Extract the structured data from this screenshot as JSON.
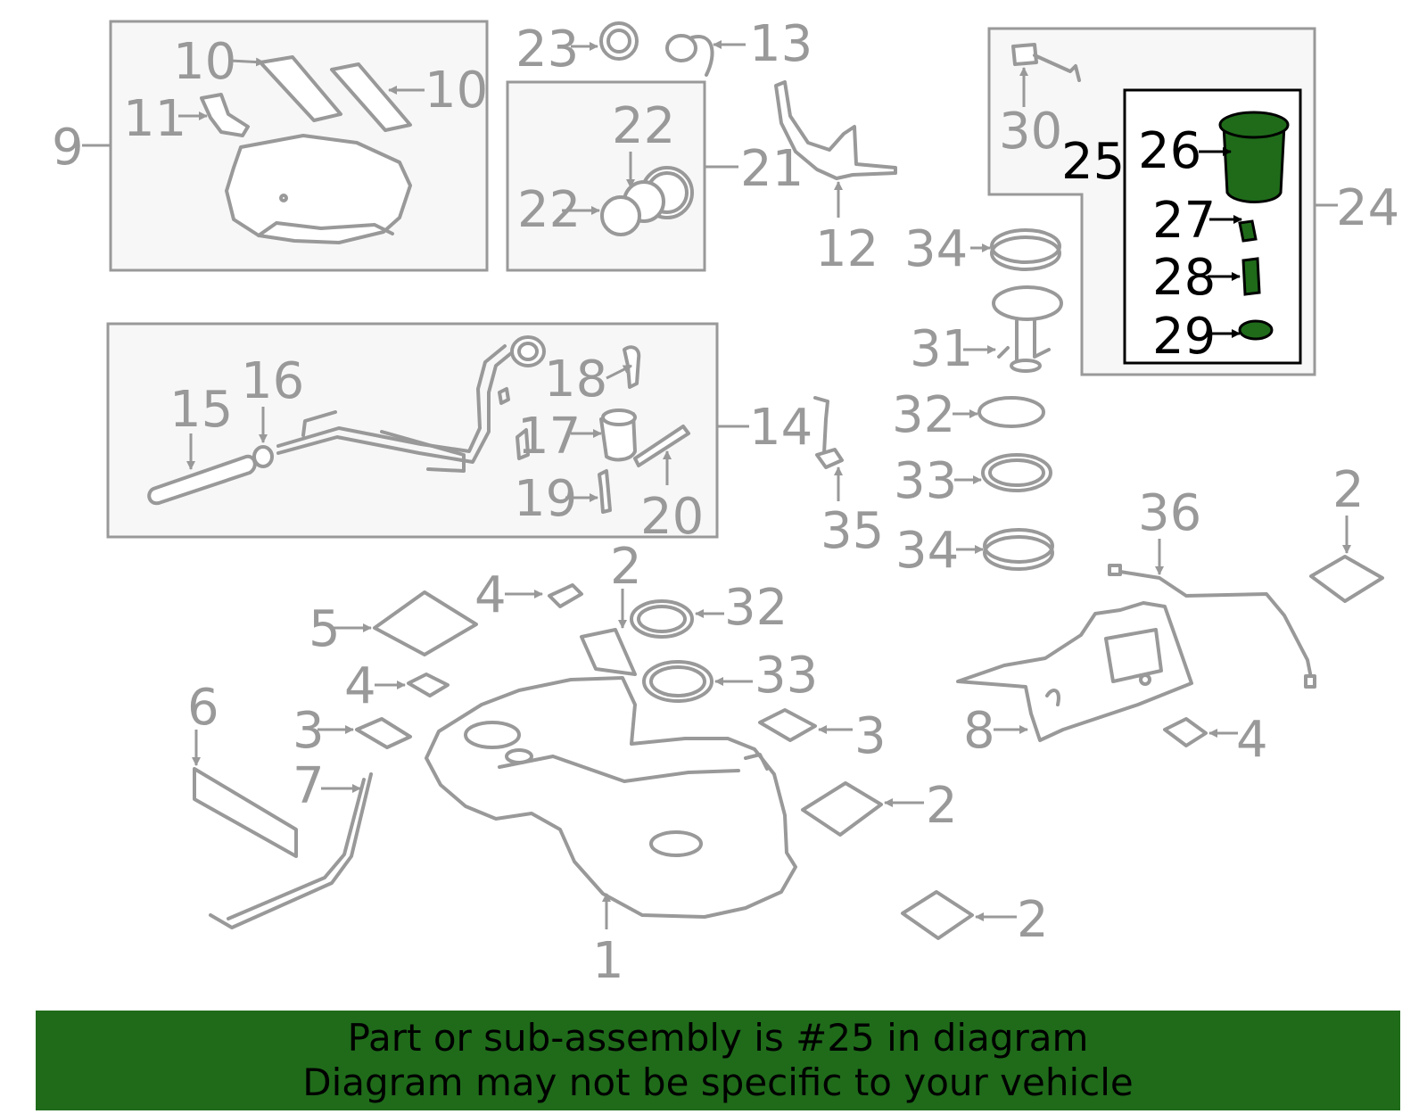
{
  "labels": {
    "n1": "1",
    "n2": "2",
    "n3": "3",
    "n4": "4",
    "n5": "5",
    "n6": "6",
    "n7": "7",
    "n8": "8",
    "n9": "9",
    "n10": "10",
    "n11": "11",
    "n12": "12",
    "n13": "13",
    "n14": "14",
    "n15": "15",
    "n16": "16",
    "n17": "17",
    "n18": "18",
    "n19": "19",
    "n20": "20",
    "n21": "21",
    "n22": "22",
    "n23": "23",
    "n24": "24",
    "n25": "25",
    "n26": "26",
    "n27": "27",
    "n28": "28",
    "n29": "29",
    "n30": "30",
    "n31": "31",
    "n32": "32",
    "n33": "33",
    "n34": "34",
    "n35": "35",
    "n36": "36"
  },
  "highlight_part": "25",
  "colors": {
    "highlight": "#1f6b1a",
    "line": "#999999",
    "box_fill": "#f7f7f7"
  },
  "banner": {
    "line1": "Part or sub-assembly is #25 in diagram",
    "line2": "Diagram may not be specific to your vehicle"
  }
}
